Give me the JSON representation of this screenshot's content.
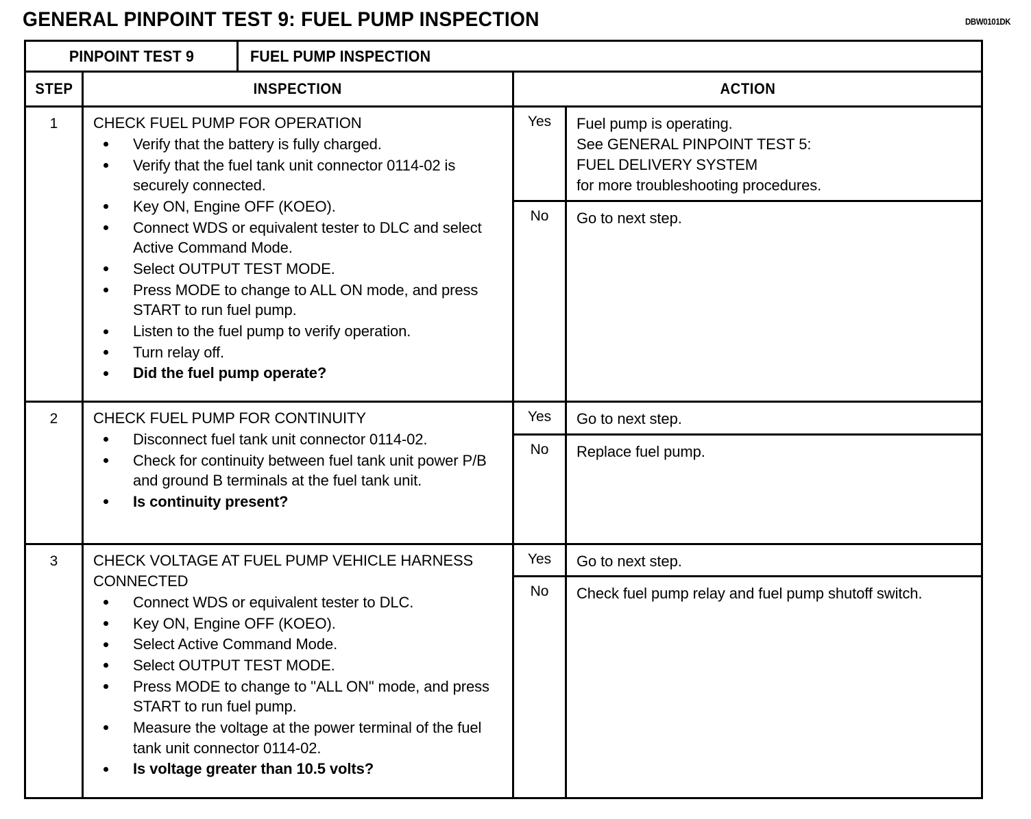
{
  "header": {
    "title": "GENERAL PINPOINT TEST 9: FUEL PUMP INSPECTION",
    "doc_code": "DBW0101DK"
  },
  "table": {
    "test_number_label": "PINPOINT TEST 9",
    "test_name_label": "FUEL PUMP INSPECTION",
    "columns": {
      "step": "STEP",
      "inspection": "INSPECTION",
      "action": "ACTION"
    },
    "steps": [
      {
        "number": "1",
        "inspection_title": "CHECK FUEL PUMP FOR OPERATION",
        "bullets": [
          {
            "text": "Verify that the battery is fully charged.",
            "bold": false
          },
          {
            "text": "Verify that the fuel tank unit connector 0114-02 is securely connected.",
            "bold": false
          },
          {
            "text": "Key ON, Engine OFF (KOEO).",
            "bold": false
          },
          {
            "text": "Connect WDS or equivalent tester to DLC and select Active Command Mode.",
            "bold": false
          },
          {
            "text": "Select OUTPUT TEST MODE.",
            "bold": false
          },
          {
            "text": "Press MODE to change to ALL ON mode, and press START to run fuel pump.",
            "bold": false
          },
          {
            "text": "Listen to the fuel pump to verify operation.",
            "bold": false
          },
          {
            "text": "Turn relay off.",
            "bold": false
          },
          {
            "text": "Did the fuel pump operate?",
            "bold": true
          }
        ],
        "answers": [
          {
            "label": "Yes",
            "text": "Fuel pump is operating.\nSee GENERAL PINPOINT TEST 5:\nFUEL DELIVERY SYSTEM\nfor more troubleshooting procedures."
          },
          {
            "label": "No",
            "text": "Go to next step."
          }
        ]
      },
      {
        "number": "2",
        "inspection_title": "CHECK FUEL PUMP FOR CONTINUITY",
        "bullets": [
          {
            "text": "Disconnect fuel tank unit connector 0114-02.",
            "bold": false
          },
          {
            "text": "Check for continuity between fuel tank unit power P/B and ground B terminals at the fuel tank unit.",
            "bold": false
          },
          {
            "text": "Is continuity present?",
            "bold": true
          }
        ],
        "answers": [
          {
            "label": "Yes",
            "text": "Go to next step."
          },
          {
            "label": "No",
            "text": "Replace fuel pump."
          }
        ]
      },
      {
        "number": "3",
        "inspection_title": "CHECK VOLTAGE AT FUEL PUMP VEHICLE HARNESS CONNECTED",
        "bullets": [
          {
            "text": "Connect WDS or equivalent tester to DLC.",
            "bold": false
          },
          {
            "text": "Key ON, Engine OFF (KOEO).",
            "bold": false
          },
          {
            "text": "Select Active Command Mode.",
            "bold": false
          },
          {
            "text": "Select OUTPUT TEST MODE.",
            "bold": false
          },
          {
            "text": "Press MODE to change to \"ALL ON\" mode, and press START to run fuel pump.",
            "bold": false
          },
          {
            "text": "Measure the voltage at the power terminal of the fuel tank unit connector 0114-02.",
            "bold": false
          },
          {
            "text": "Is voltage greater than 10.5 volts?",
            "bold": true
          }
        ],
        "answers": [
          {
            "label": "Yes",
            "text": "Go to next step."
          },
          {
            "label": "No",
            "text": "Check fuel pump relay and fuel pump shutoff switch."
          }
        ]
      }
    ]
  }
}
